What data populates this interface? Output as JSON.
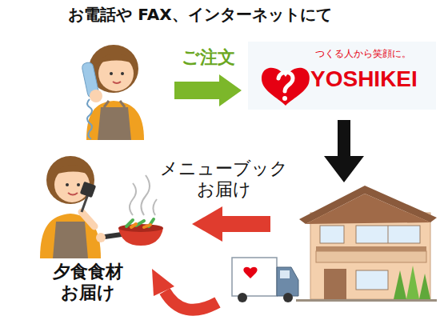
{
  "diagram": {
    "nodes": [
      {
        "text": [
          "お電話や FAX、インターネットにて"
        ]
      },
      {
        "text": [
          "つくる人から笑顔に。",
          "YOSHIKEI"
        ]
      },
      {
        "text": [
          "夕食食材 お届け"
        ]
      }
    ],
    "edges": [
      {
        "from": 0,
        "to": 1,
        "arrow": "to",
        "label": "ご注文"
      }
    ],
    "labels": [
      "メニューブック お届け"
    ]
  }
}
